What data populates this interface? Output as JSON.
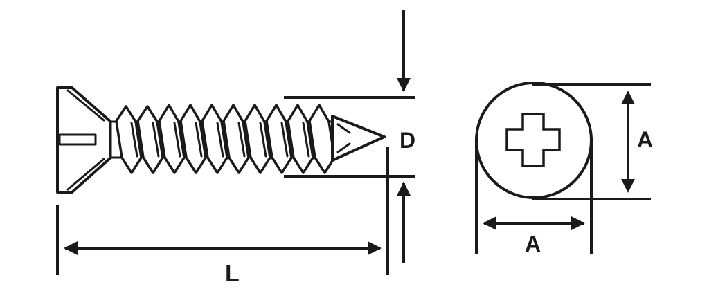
{
  "diagram": {
    "labels": {
      "length": "L",
      "diameter": "D",
      "head_vertical": "A",
      "head_horizontal": "A"
    },
    "colors": {
      "ink": "#1a1a1a",
      "background": "#ffffff"
    }
  }
}
